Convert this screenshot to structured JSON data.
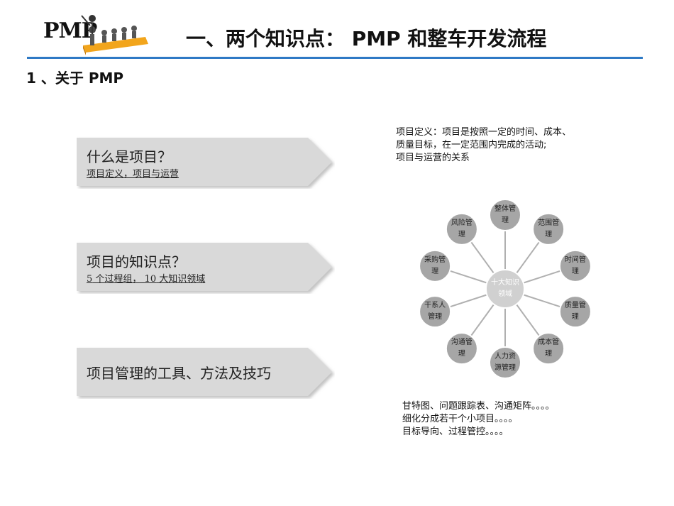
{
  "logo": {
    "text": "PMP",
    "icon": "staircase-figures-icon"
  },
  "title": "一、两个知识点： PMP 和整车开发流程",
  "subtitle": "1 、关于 PMP",
  "colors": {
    "rule": "#2e79c5",
    "arrow_fill": "#d9d9d9",
    "node_fill": "#a6a6a6",
    "center_fill": "#d0d0d0"
  },
  "arrows": [
    {
      "title": "什么是项目？",
      "link": "项目定义，项目与运营"
    },
    {
      "title": "项目的知识点？",
      "link_parts": [
        "5",
        " 个过程组， ",
        "10",
        " 大知识领域"
      ]
    },
    {
      "title": "项目管理的工具、方法及技巧"
    }
  ],
  "definition_note": [
    "项目定义：项目是按照一定的时间、成本、",
    "质量目标，在一定范围内完成的活动;",
    "项目与运营的关系"
  ],
  "wheel": {
    "center": [
      "十大知识",
      "领域"
    ],
    "nodes": [
      [
        "整体管",
        "理"
      ],
      [
        "范围管",
        "理"
      ],
      [
        "时间管",
        "理"
      ],
      [
        "质量管",
        "理"
      ],
      [
        "成本管",
        "理"
      ],
      [
        "人力资",
        "源管理"
      ],
      [
        "沟通管",
        "理"
      ],
      [
        "干系人",
        "管理"
      ],
      [
        "采购管",
        "理"
      ],
      [
        "风险管",
        "理"
      ]
    ]
  },
  "tools_note": [
    "甘特图、问题跟踪表、沟通矩阵。。。。",
    "细化分成若干个小项目。。。。",
    "目标导向、过程管控。。。。"
  ]
}
